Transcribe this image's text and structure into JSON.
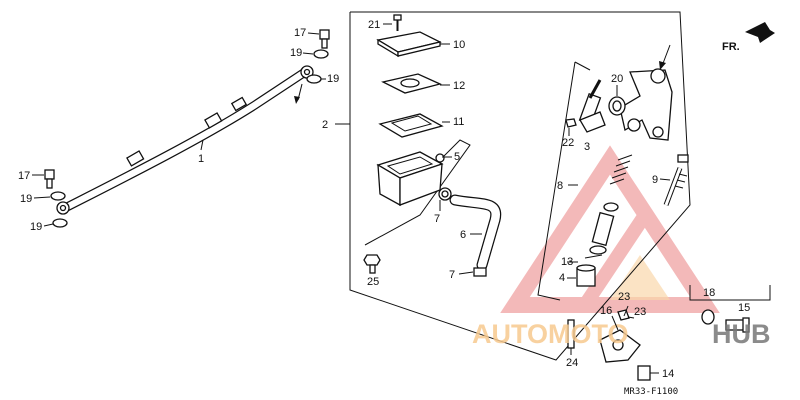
{
  "diagram": {
    "code": "MR33-F1100",
    "direction_label": "FR.",
    "callouts": {
      "c1": "1",
      "c2": "2",
      "c3": "3",
      "c4": "4",
      "c5": "5",
      "c6": "6",
      "c7a": "7",
      "c7b": "7",
      "c8": "8",
      "c9": "9",
      "c10": "10",
      "c11": "11",
      "c12": "12",
      "c13": "13",
      "c14": "14",
      "c15": "15",
      "c16": "16",
      "c17a": "17",
      "c17b": "17",
      "c18": "18",
      "c19a": "19",
      "c19b": "19",
      "c19c": "19",
      "c19d": "19",
      "c20": "20",
      "c21": "21",
      "c22": "22",
      "c23a": "23",
      "c23b": "23",
      "c24": "24",
      "c25": "25"
    }
  },
  "watermark": {
    "brand_part1": "AUTOMOTO",
    "brand_part2": "HUB",
    "color_primary": "#f0a2a2",
    "color_secondary": "#f7c98f",
    "color_dark": "#555555"
  }
}
